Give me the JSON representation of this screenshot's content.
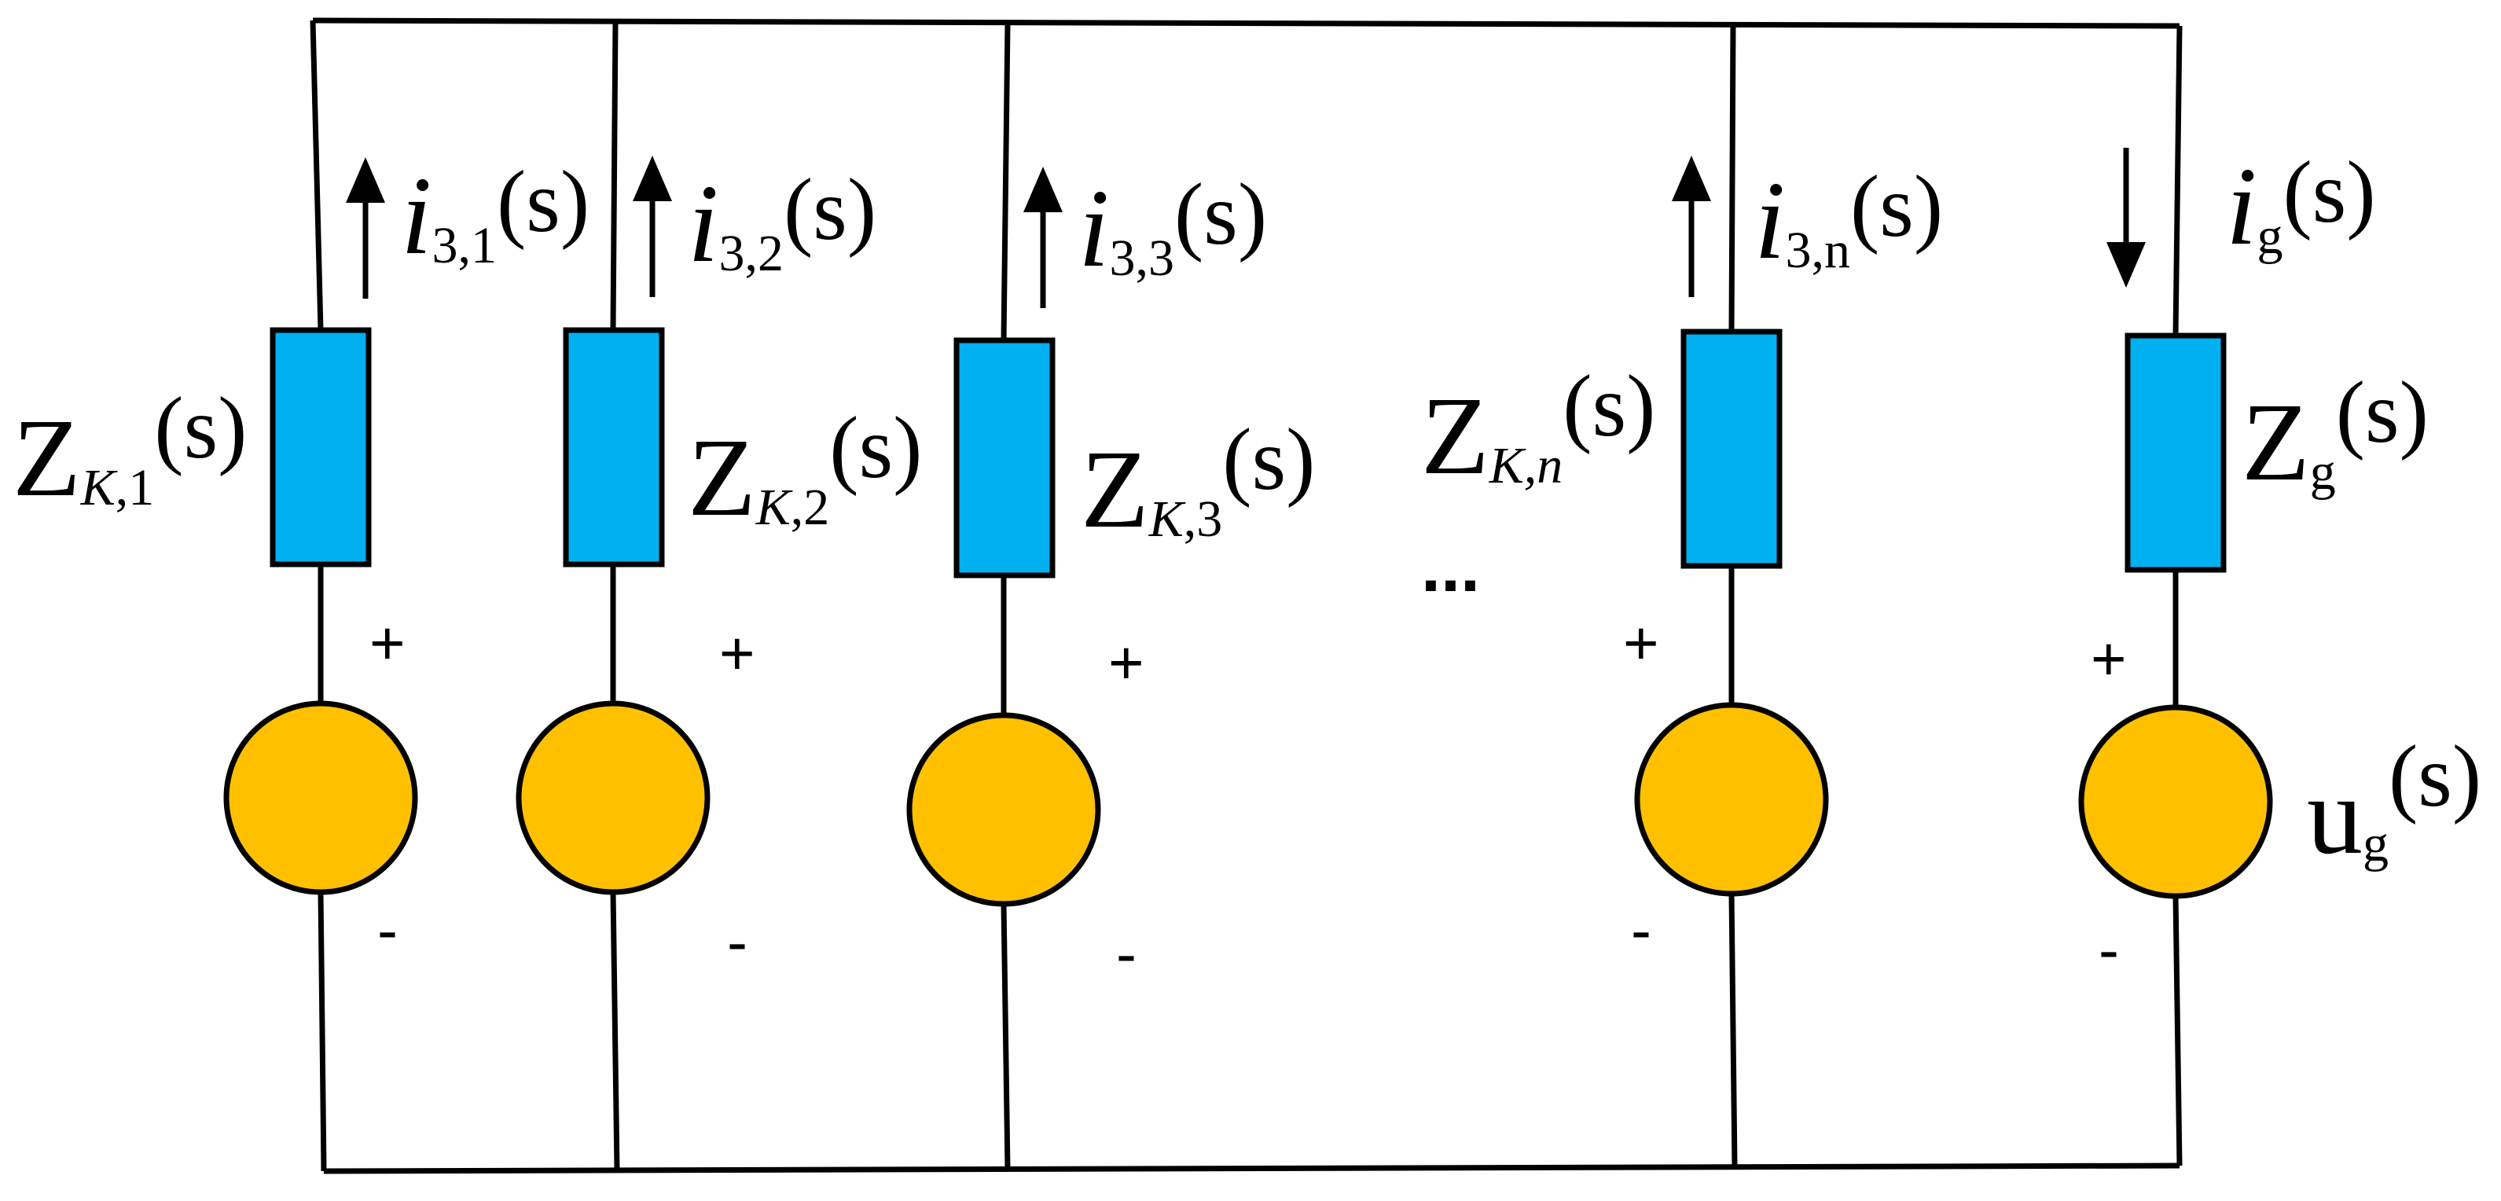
{
  "colors": {
    "wire": "#000000",
    "impedance": "#00B0F0",
    "source": "#FFC000"
  },
  "branches": [
    {
      "current": {
        "sym": "i",
        "sub": "3,1",
        "arg": "(s)",
        "direction": "up"
      },
      "impedance": {
        "sym": "Z",
        "sub_var": "K",
        "sub_idx": ",1",
        "arg": "(s)"
      },
      "source": {
        "plus": "+",
        "minus": "-",
        "label": ""
      }
    },
    {
      "current": {
        "sym": "i",
        "sub": "3,2",
        "arg": "(s)",
        "direction": "up"
      },
      "impedance": {
        "sym": "Z",
        "sub_var": "K",
        "sub_idx": ",2",
        "arg": "(s)"
      },
      "source": {
        "plus": "+",
        "minus": "-",
        "label": ""
      }
    },
    {
      "current": {
        "sym": "i",
        "sub": "3,3",
        "arg": "(s)",
        "direction": "up"
      },
      "impedance": {
        "sym": "Z",
        "sub_var": "K",
        "sub_idx": ",3",
        "arg": "(s)"
      },
      "source": {
        "plus": "+",
        "minus": "-",
        "label": ""
      }
    },
    {
      "current": {
        "sym": "i",
        "sub": "3,n",
        "arg": "(s)",
        "direction": "up"
      },
      "impedance": {
        "sym": "Z",
        "sub_var": "K",
        "sub_idx": ",n",
        "arg": "(s)"
      },
      "source": {
        "plus": "+",
        "minus": "-",
        "label": ""
      }
    },
    {
      "current": {
        "sym": "i",
        "sub": "g",
        "arg": "(s)",
        "direction": "down"
      },
      "impedance": {
        "sym": "Z",
        "sub_var": "",
        "sub_idx": "g",
        "arg": "(s)"
      },
      "source": {
        "plus": "+",
        "minus": "-",
        "label_sym": "u",
        "label_sub": "g",
        "label_arg": "(s)"
      }
    }
  ],
  "ellipsis": "..."
}
